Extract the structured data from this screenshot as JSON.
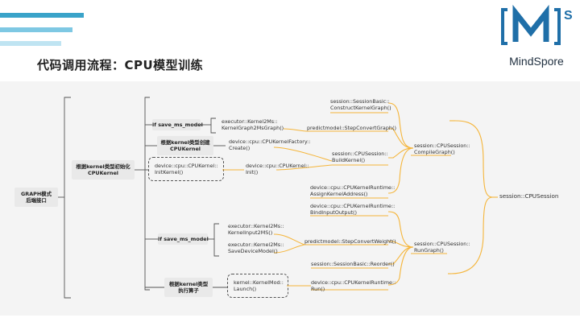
{
  "slide": {
    "title": "代码调用流程：CPU模型训练",
    "accent_colors": [
      "#3aa3c9",
      "#7ec8e3",
      "#bfe4f2"
    ]
  },
  "logo": {
    "mark": "[M]",
    "superscript": "S",
    "name": "MindSpore",
    "color": "#1f6fa8"
  },
  "diagram": {
    "root": {
      "line1": "GRAPH模式",
      "line2": "后端接口"
    },
    "mid_init": {
      "line1": "根据kernel类型初始化",
      "line2": "CPUKernel"
    },
    "save_model_1": "if save_ms_model",
    "kernel_graph": {
      "line1": "executor::Kernel2Ms::",
      "line2": "KernelGraph2MsGraph()"
    },
    "create_by_type": {
      "line1": "根据kernel类型创建",
      "line2": "CPUKernel"
    },
    "factory_create": {
      "line1": "device::cpu::CPUKernelFactory::",
      "line2": "Create()"
    },
    "init_kernel": {
      "line1": "device::cpu::CPUKernel::",
      "line2": "InitKernel()"
    },
    "cpu_init": {
      "line1": "device::cpu::CPUKernel::",
      "line2": "Init()"
    },
    "construct_graph": {
      "line1": "session::SessionBasic::",
      "line2": "ConstructKernelGraph()"
    },
    "step_convert_graph": "predictmodel::StepConvertGraph()",
    "build_kernel": {
      "line1": "session::CPUSession::",
      "line2": "BuildKernel()"
    },
    "compile_graph": {
      "line1": "session::CPUSession::",
      "line2": "CompileGraph()"
    },
    "assign_address": {
      "line1": "device::cpu::CPUKernelRuntime::",
      "line2": "AssignKernelAddress()"
    },
    "cpu_session": "session::CPUSession",
    "bind_output": {
      "line1": "device::cpu::CPUKernelRuntime::",
      "line2": "BindInputOutput()"
    },
    "kernel_input": {
      "line1": "executor::Kernel2Ms::",
      "line2": "KernelInput2MS()"
    },
    "save_model_2": "if save_ms_model",
    "save_device": {
      "line1": "executor::Kernel2Ms::",
      "line2": "SaveDeviceModel()"
    },
    "step_convert_weight": "predictmodel::StepConvertWeight()",
    "run_graph": {
      "line1": "session::CPUSession::",
      "line2": "RunGraph()"
    },
    "reorder": "session::SessionBasic::Reorder()",
    "exec_by_type": {
      "line1": "根据kernel类型",
      "line2": "执行算子"
    },
    "launch": {
      "line1": "kernel::KernelMod::",
      "line2": "Launch()"
    },
    "runtime_run": {
      "line1": "device::cpu::CPUKernelRuntime::",
      "line2": "Run()"
    },
    "bracket_color": "#f5b53a"
  }
}
